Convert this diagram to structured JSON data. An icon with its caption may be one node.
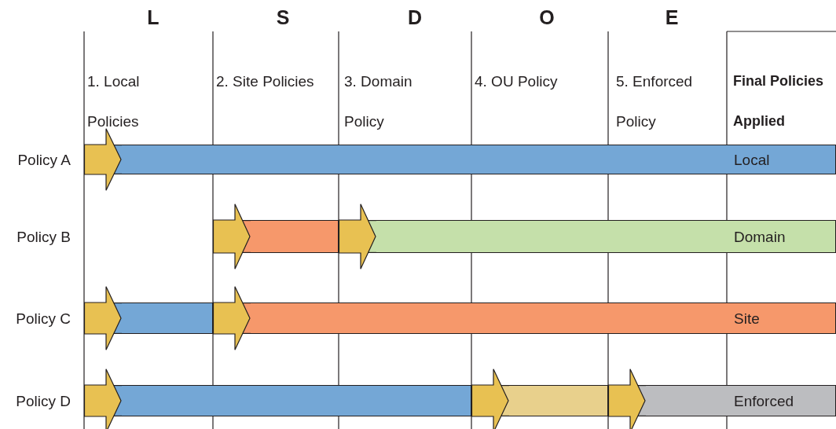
{
  "diagram": {
    "nodes": [
      {
        "text": [
          "Local"
        ]
      },
      {
        "text": [],
        "shape": "bar"
      },
      {
        "text": [
          "Domain"
        ]
      },
      {
        "text": [],
        "shape": "bar"
      },
      {
        "text": [
          "Site"
        ]
      },
      {
        "text": [],
        "shape": "bar"
      },
      {
        "text": [],
        "shape": "bar"
      },
      {
        "text": [
          "Enforced"
        ]
      }
    ],
    "edges": [
      {
        "from": null,
        "to": 0,
        "arrow": "to"
      },
      {
        "from": null,
        "to": 1,
        "arrow": "to"
      },
      {
        "from": 1,
        "to": 2,
        "arrow": "to"
      },
      {
        "from": null,
        "to": 3,
        "arrow": "to"
      },
      {
        "from": 3,
        "to": 4,
        "arrow": "to"
      },
      {
        "from": null,
        "to": 5,
        "arrow": "to"
      },
      {
        "from": 5,
        "to": 6,
        "arrow": "to"
      },
      {
        "from": 6,
        "to": 7,
        "arrow": "to"
      }
    ],
    "labels": [
      "L",
      "S",
      "D",
      "O",
      "E",
      "1. Local Policies",
      "2. Site Policies",
      "3. Domain Policy",
      "4. OU Policy",
      "5. Enforced Policy",
      "Final Policies Applied",
      "Policy A",
      "Policy B",
      "Policy C",
      "Policy D"
    ]
  }
}
